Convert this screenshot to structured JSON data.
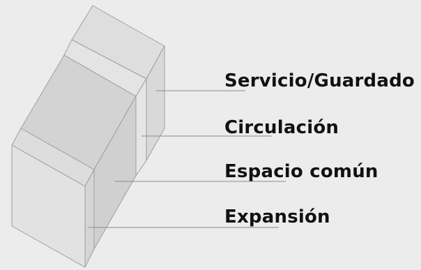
{
  "labels": {
    "servicio": "Servicio/Guardado",
    "circulacion": "Circulación",
    "espacio": "Espacio común",
    "expansion": "Expansión"
  },
  "colors": {
    "background": "#ececec",
    "block_front": "#e1e1e1",
    "block_side": "#d7d7d7",
    "block_top_light": "#dedede",
    "block_top_dark": "#d3d3d3",
    "edge": "#9e9e9e",
    "leader_line": "#8a8a8a",
    "text": "#111111"
  }
}
